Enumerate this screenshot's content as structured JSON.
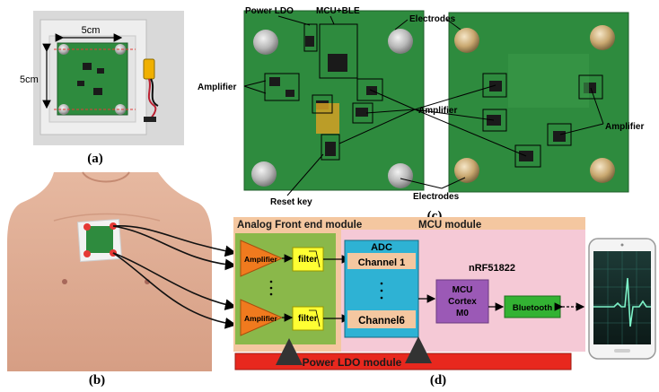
{
  "panels": {
    "a": "(a)",
    "b": "(b)",
    "c": "(c)",
    "d": "(d)"
  },
  "panel_a": {
    "width_dim": "5cm",
    "height_dim": "5cm"
  },
  "panel_c": {
    "power_ldo": "Power LDO",
    "mcu_ble": "MCU+BLE",
    "electrodes_top": "Electrodes",
    "electrodes_bottom": "Electrodes",
    "amplifier_left": "Amplifier",
    "amplifier_mid": "Amplifier",
    "amplifier_right": "Amplifier",
    "reset_key": "Reset key"
  },
  "panel_d": {
    "afe_title": "Analog Front end module",
    "mcu_title": "MCU module",
    "amp1": "Amplifier",
    "amp2": "Amplifier",
    "filter1": "filter",
    "filter2": "filter",
    "adc_title": "ADC",
    "channel1": "Channel 1",
    "channel6": "Channel6",
    "chip": "nRF51822",
    "mcu_line1": "MCU",
    "mcu_line2": "Cortex",
    "mcu_line3": "M0",
    "bluetooth": "Bluetooth",
    "power_ldo_module": "Power LDO module"
  },
  "colors": {
    "afe_bg": "#8ab84a",
    "mcu_bg": "#f4c7a0",
    "mcu_inner": "#f5c9d6",
    "adc_box": "#2eb2d4",
    "amp": "#f07a1e",
    "filter": "#ffff33",
    "mcu_core": "#9b59b6",
    "bluetooth": "#33b233",
    "ldo": "#e8281e",
    "pcb": "#2e8b3e"
  }
}
